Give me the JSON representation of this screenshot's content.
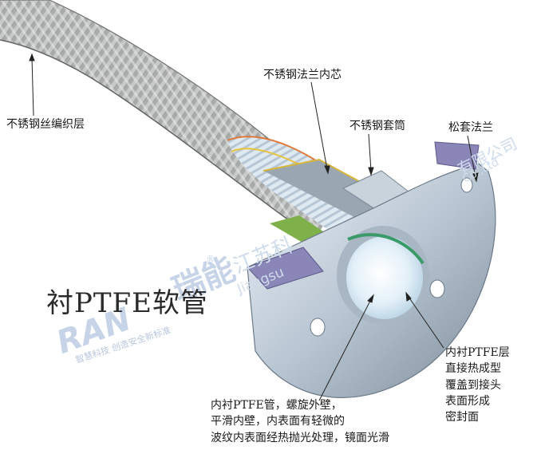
{
  "title": "衬PTFE软管",
  "labels": {
    "braid": "不锈钢丝编织层",
    "flange_core": "不锈钢法兰内芯",
    "sleeve": "不锈钢套筒",
    "loose_flange": "松套法兰",
    "ptfe_layer": [
      "内衬PTFE层",
      "直接热成型",
      "覆盖到接头",
      "表面形成",
      "密封面"
    ],
    "inner_tube": [
      "内衬PTFE管，螺旋外壁，",
      "平滑内壁，内表面有轻微的",
      "波纹内表面经热抛光处理，镜面光滑"
    ]
  },
  "watermark": {
    "brand_cn": "瑞能",
    "brand_en": "RAN",
    "registered": "®",
    "slogan": "智慧科技  创造安全新标准",
    "company_cn": "江苏科",
    "company_pinyin": "Jiangsu",
    "company_suffix": "Co.,Ltd",
    "company_tail": "有限公司",
    "color": "#b9cbe6"
  }
}
